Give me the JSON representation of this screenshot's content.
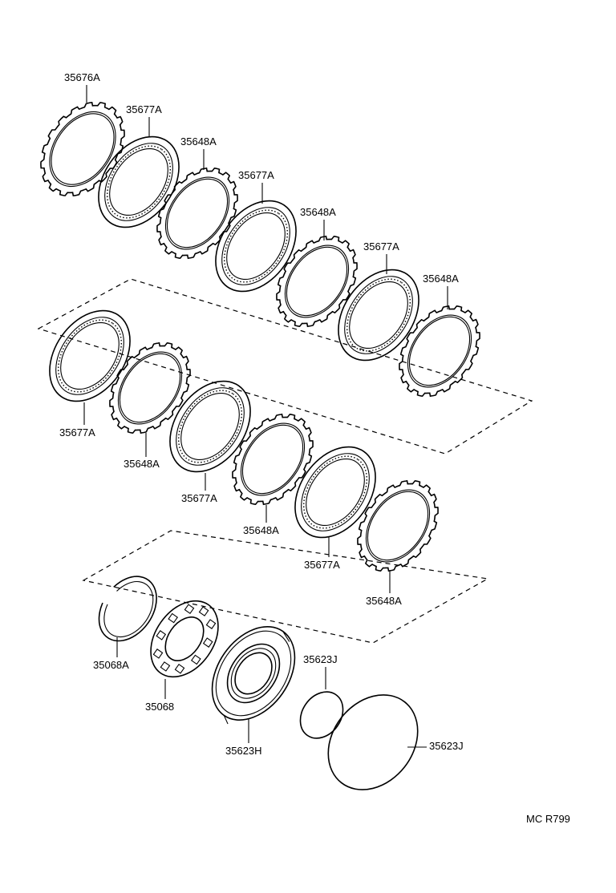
{
  "diagram": {
    "reference_code": "MC R799",
    "part_labels": [
      "35676A",
      "35677A",
      "35648A",
      "35677A",
      "35648A",
      "35677A",
      "35648A",
      "35677A",
      "35648A",
      "35677A",
      "35648A",
      "35677A",
      "35648A",
      "35068A",
      "35068",
      "35623H",
      "35623J",
      "35623J"
    ]
  }
}
